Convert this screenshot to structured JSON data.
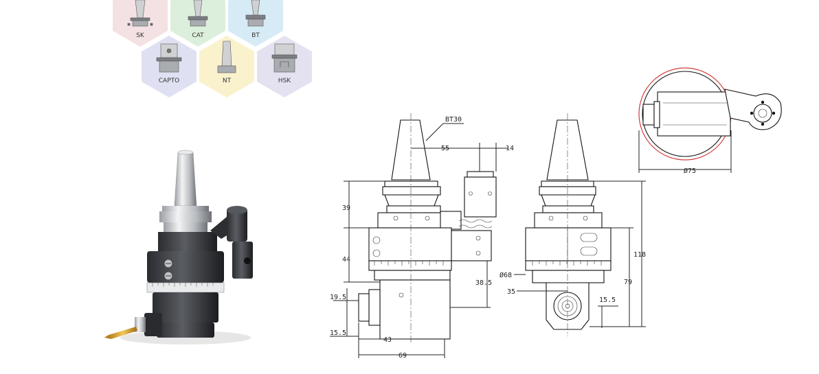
{
  "holder_types": [
    {
      "label": "SK",
      "color": "#f4e1e4"
    },
    {
      "label": "CAT",
      "color": "#dcefdc"
    },
    {
      "label": "BT",
      "color": "#d6ebf6"
    },
    {
      "label": "CAPTO",
      "color": "#dfe1f2"
    },
    {
      "label": "NT",
      "color": "#faf1cd"
    },
    {
      "label": "HSK",
      "color": "#e4e2f0"
    }
  ],
  "drawing": {
    "taper_label": "BT30",
    "dims": {
      "d55": "55",
      "d14": "14",
      "d39": "39",
      "d44": "44",
      "d38_5": "38.5",
      "d19_5": "19.5",
      "d15_5_left": "15.5",
      "d43": "43",
      "d69": "69",
      "phi68": "Ø68",
      "d35": "35",
      "d15_5_right": "15.5",
      "d79": "79",
      "d118": "118",
      "phi75": "Ø75"
    }
  }
}
